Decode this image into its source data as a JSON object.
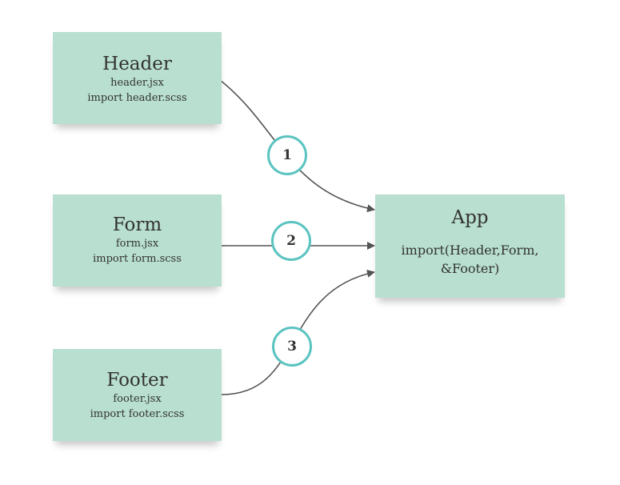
{
  "nodes": {
    "header": {
      "title": "Header",
      "lines": [
        "header.jsx",
        "import header.scss"
      ]
    },
    "form": {
      "title": "Form",
      "lines": [
        "form.jsx",
        "import form.scss"
      ]
    },
    "footer": {
      "title": "Footer",
      "lines": [
        "footer.jsx",
        "import footer.scss"
      ]
    },
    "app": {
      "title": "App",
      "lines": [
        "import(Header,Form,",
        "&Footer)"
      ]
    }
  },
  "edges": [
    {
      "from": "header",
      "to": "app",
      "label": "1"
    },
    {
      "from": "form",
      "to": "app",
      "label": "2"
    },
    {
      "from": "footer",
      "to": "app",
      "label": "3"
    }
  ],
  "colors": {
    "box": "#b8dfcf",
    "badge_border": "#5bc4c1",
    "connector": "#555555"
  }
}
